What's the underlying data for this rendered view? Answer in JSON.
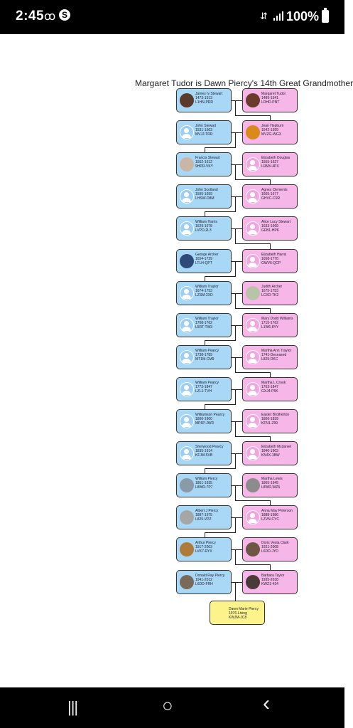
{
  "status_bar": {
    "time": "2:45",
    "voicemail_icon": "voicemail-icon",
    "app_icon": "s-notification-icon",
    "data_icon": "data-arrows-icon",
    "signal_icon": "signal-bars-icon",
    "battery": "100%"
  },
  "page": {
    "title": "Margaret Tudor is Dawn Piercy's 14th Great Grandmother"
  },
  "generations": [
    {
      "male": {
        "name": "James Iv Stewart",
        "years": "1473-1513",
        "id": "L1HN-PRR",
        "photo": true,
        "photo_color": "#5a3a2a"
      },
      "female": {
        "name": "Margaret Tudor",
        "years": "1489-1541",
        "id": "LDHD-PNT",
        "photo": true,
        "photo_color": "#6b3b2c"
      }
    },
    {
      "male": {
        "name": "John Stewart",
        "years": "1531-1563",
        "id": "MVJJ-TRR",
        "photo": false
      },
      "female": {
        "name": "Jean Hepburn",
        "years": "1542-1599",
        "id": "MVZG-WGX",
        "photo": true,
        "photo_color": "#d98a1c"
      }
    },
    {
      "male": {
        "name": "Francis Stewart",
        "years": "1562-1612",
        "id": "9HPR-VKY",
        "photo": true,
        "photo_color": "#c9b6a4"
      },
      "female": {
        "name": "Elizabeth Douglas",
        "years": "1555-1627",
        "id": "LRMV-4PX",
        "photo": false
      }
    },
    {
      "male": {
        "name": "John Scotland",
        "years": "1595-1659",
        "id": "LHSW-D8M",
        "photo": false
      },
      "female": {
        "name": "Agnes Clements",
        "years": "1605-1677",
        "id": "GHVC-C9R",
        "photo": false
      }
    },
    {
      "male": {
        "name": "William Harris",
        "years": "1629-1678",
        "id": "LVPD-2L3",
        "photo": false
      },
      "female": {
        "name": "Alice Lucy Stewart",
        "years": "1633-1669",
        "id": "GFB1-HPK",
        "photo": false
      }
    },
    {
      "male": {
        "name": "George Archer",
        "years": "1654-1729",
        "id": "LTLH-QPT",
        "photo": true,
        "photo_color": "#2d4a7a"
      },
      "female": {
        "name": "Elizabeth Harris",
        "years": "1658-1770",
        "id": "GWV6-QCP",
        "photo": false
      }
    },
    {
      "male": {
        "name": "William Traylor",
        "years": "1674-1753",
        "id": "LZSM-2XD",
        "photo": false
      },
      "female": {
        "name": "Judith Archer",
        "years": "1675-1753",
        "id": "LCXD-TK2",
        "photo": true,
        "photo_color": "#b8c4a8"
      }
    },
    {
      "male": {
        "name": "William Traylor",
        "years": "1708-1762",
        "id": "L5RT-TW3",
        "photo": false
      },
      "female": {
        "name": "Mary Dodd Williams",
        "years": "1715-1762",
        "id": "L1W6-8YY",
        "photo": false
      }
    },
    {
      "male": {
        "name": "William Pearcy",
        "years": "1738-1789",
        "id": "MT1M-CM9",
        "photo": false
      },
      "female": {
        "name": "Martha Ann Traylor",
        "years": "1741-Deceased",
        "id": "L825-DKC",
        "photo": false
      }
    },
    {
      "male": {
        "name": "William Pearcy",
        "years": "1773-1847",
        "id": "LZL1-TVH",
        "photo": false
      },
      "female": {
        "name": "Martha L Crook",
        "years": "1763-1847",
        "id": "GXJ4-P5K",
        "photo": false
      }
    },
    {
      "male": {
        "name": "Williamson Pearcy",
        "years": "1806-1900",
        "id": "MP6P-JWR",
        "photo": false
      },
      "female": {
        "name": "Easter Brotherton",
        "years": "1806-1839",
        "id": "KFN1-Z99",
        "photo": false
      }
    },
    {
      "male": {
        "name": "Sherwood Pearcy",
        "years": "1835-1914",
        "id": "KFJM-5VB",
        "photo": false
      },
      "female": {
        "name": "Elizabeth Mcdaniel",
        "years": "1840-1903",
        "id": "KN4X-1BW",
        "photo": false
      }
    },
    {
      "male": {
        "name": "William Piercy",
        "years": "1861-1935",
        "id": "L8WR-7P7",
        "photo": true,
        "photo_color": "#8a9aa6"
      },
      "female": {
        "name": "Martha Lewis",
        "years": "1865-1945",
        "id": "L8WR-WZ6",
        "photo": true,
        "photo_color": "#8c8c8c"
      }
    },
    {
      "male": {
        "name": "Albert J Piercy",
        "years": "1887-1975",
        "id": "L825-VPZ",
        "photo": true,
        "photo_color": "#a6a6a6"
      },
      "female": {
        "name": "Anna May Peterson",
        "years": "1888-1986",
        "id": "LZVN-CYC",
        "photo": false
      }
    },
    {
      "male": {
        "name": "Arthur Piercy",
        "years": "1917-2003",
        "id": "LVK7-RYX",
        "photo": true,
        "photo_color": "#b07a3a"
      },
      "female": {
        "name": "Doris Vesta Clark",
        "years": "1921-2008",
        "id": "L6DD-JYD",
        "photo": true,
        "photo_color": "#6e5544"
      }
    },
    {
      "male": {
        "name": "Donald Ray Piercy",
        "years": "1941-2012",
        "id": "L6DD-FRH",
        "photo": true,
        "photo_color": "#7a6a5a"
      },
      "female": {
        "name": "Barbara Taylor",
        "years": "1935-2018",
        "id": "KWZ1-424",
        "photo": true,
        "photo_color": "#4a3a3a"
      }
    }
  ],
  "subject": {
    "name": "Dawn Marie Piercy",
    "years": "1976-Living",
    "id": "KWJM-JC8"
  },
  "nav_bar": {
    "recents_icon": "recents-icon",
    "home_icon": "home-icon",
    "back_icon": "back-icon",
    "recents_glyph": "|||",
    "home_glyph": "○",
    "back_glyph": "‹"
  }
}
